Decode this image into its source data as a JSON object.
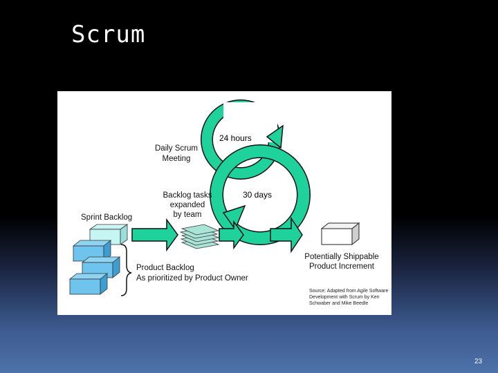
{
  "slide": {
    "title": "Scrum",
    "page_number": "23"
  },
  "diagram": {
    "daily_meeting": [
      "Daily Scrum",
      "Meeting"
    ],
    "daily_cycle": "24 hours",
    "sprint_cycle": "30 days",
    "backlog_tasks": [
      "Backlog tasks",
      "expanded",
      "by team"
    ],
    "sprint_backlog": "Sprint Backlog",
    "product_backlog": [
      "Product Backlog",
      "As prioritized by Product Owner"
    ],
    "increment": [
      "Potentially Shippable",
      "Product Increment"
    ],
    "source": [
      "Source: Adapted from Agile Software",
      "Development with Scrum by Ken",
      "Schwaber and Mike Beedle"
    ],
    "colors": {
      "arrow_fill": "#1fd29c",
      "block_fill": "#6fc4ee",
      "block_top_fill": "#c6f6f4",
      "task_fill": "#a9e4d6"
    }
  }
}
